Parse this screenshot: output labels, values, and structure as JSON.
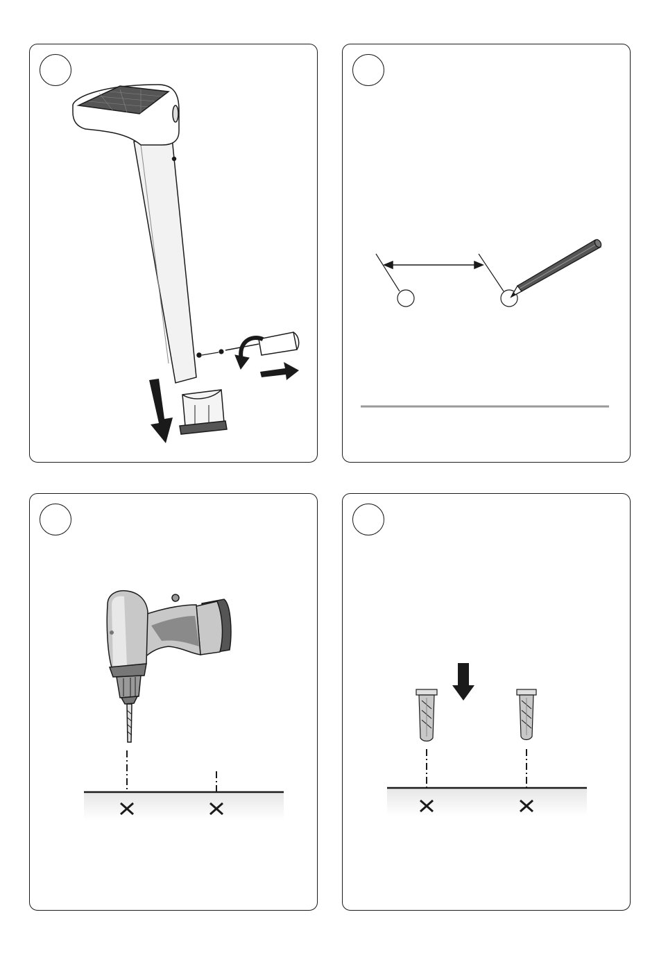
{
  "panels": [
    {
      "id": "panel-1",
      "step_label": ""
    },
    {
      "id": "panel-2",
      "step_label": ""
    },
    {
      "id": "panel-3",
      "step_label": ""
    },
    {
      "id": "panel-4",
      "step_label": ""
    }
  ],
  "icons": {
    "panel1": [
      "solar-lamp-post-icon",
      "screwdriver-icon",
      "rotate-arrow-icon",
      "pull-arrow-icon",
      "down-arrow-icon",
      "base-mount-icon",
      "screw-icon"
    ],
    "panel2": [
      "measure-arrow-icon",
      "hole-mark-icon",
      "pencil-icon",
      "ground-line-icon"
    ],
    "panel3": [
      "drill-icon",
      "drill-axis-icon",
      "ground-line-icon",
      "x-mark-icon"
    ],
    "panel4": [
      "wall-plug-icon",
      "insert-arrow-icon",
      "ground-line-icon",
      "x-mark-icon"
    ]
  },
  "colors": {
    "line": "#1a1a1a",
    "ground_fill": "#efefef",
    "drill_body": "#c8c8c8",
    "drill_dark": "#555555",
    "guide_line": "#999999"
  }
}
